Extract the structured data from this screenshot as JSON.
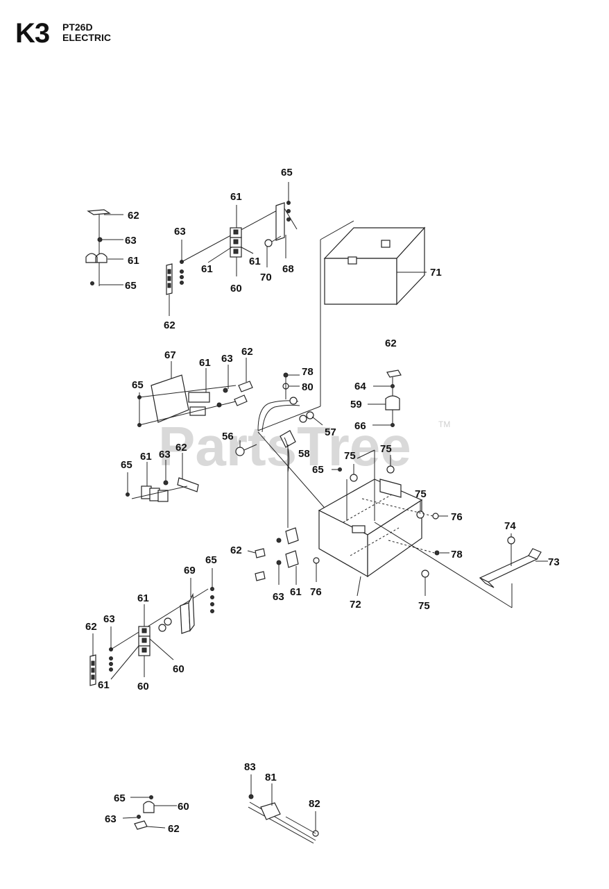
{
  "header": {
    "sheet_code": "K3",
    "model": "PT26D",
    "section": "ELECTRIC"
  },
  "watermark": {
    "text": "PartsTree",
    "tm": "TM"
  },
  "callouts": [
    {
      "id": "c1",
      "text": "62"
    },
    {
      "id": "c2",
      "text": "63"
    },
    {
      "id": "c3",
      "text": "61"
    },
    {
      "id": "c4",
      "text": "65"
    },
    {
      "id": "c5",
      "text": "61"
    },
    {
      "id": "c6",
      "text": "63"
    },
    {
      "id": "c7",
      "text": "61"
    },
    {
      "id": "c8",
      "text": "61"
    },
    {
      "id": "c9",
      "text": "60"
    },
    {
      "id": "c10",
      "text": "62"
    },
    {
      "id": "c11",
      "text": "65"
    },
    {
      "id": "c12",
      "text": "70"
    },
    {
      "id": "c13",
      "text": "68"
    },
    {
      "id": "c14",
      "text": "71"
    },
    {
      "id": "c15",
      "text": "67"
    },
    {
      "id": "c16",
      "text": "61"
    },
    {
      "id": "c17",
      "text": "63"
    },
    {
      "id": "c18",
      "text": "62"
    },
    {
      "id": "c19",
      "text": "65"
    },
    {
      "id": "c20",
      "text": "78"
    },
    {
      "id": "c21",
      "text": "80"
    },
    {
      "id": "c22",
      "text": "62"
    },
    {
      "id": "c23",
      "text": "64"
    },
    {
      "id": "c24",
      "text": "59"
    },
    {
      "id": "c25",
      "text": "66"
    },
    {
      "id": "c26",
      "text": "57"
    },
    {
      "id": "c27",
      "text": "56"
    },
    {
      "id": "c28",
      "text": "58"
    },
    {
      "id": "c29",
      "text": "61"
    },
    {
      "id": "c30",
      "text": "63"
    },
    {
      "id": "c31",
      "text": "62"
    },
    {
      "id": "c32",
      "text": "65"
    },
    {
      "id": "c33",
      "text": "75"
    },
    {
      "id": "c34",
      "text": "75"
    },
    {
      "id": "c35",
      "text": "65"
    },
    {
      "id": "c36",
      "text": "75"
    },
    {
      "id": "c37",
      "text": "76"
    },
    {
      "id": "c38",
      "text": "74"
    },
    {
      "id": "c39",
      "text": "73"
    },
    {
      "id": "c40",
      "text": "62"
    },
    {
      "id": "c41",
      "text": "78"
    },
    {
      "id": "c42",
      "text": "63"
    },
    {
      "id": "c43",
      "text": "61"
    },
    {
      "id": "c44",
      "text": "76"
    },
    {
      "id": "c45",
      "text": "72"
    },
    {
      "id": "c46",
      "text": "75"
    },
    {
      "id": "c47",
      "text": "69"
    },
    {
      "id": "c48",
      "text": "65"
    },
    {
      "id": "c49",
      "text": "61"
    },
    {
      "id": "c50",
      "text": "63"
    },
    {
      "id": "c51",
      "text": "62"
    },
    {
      "id": "c52",
      "text": "60"
    },
    {
      "id": "c53",
      "text": "61"
    },
    {
      "id": "c54",
      "text": "60"
    },
    {
      "id": "c55",
      "text": "83"
    },
    {
      "id": "c56",
      "text": "81"
    },
    {
      "id": "c57",
      "text": "82"
    },
    {
      "id": "c58",
      "text": "65"
    },
    {
      "id": "c59",
      "text": "60"
    },
    {
      "id": "c60",
      "text": "63"
    },
    {
      "id": "c61",
      "text": "62"
    }
  ]
}
